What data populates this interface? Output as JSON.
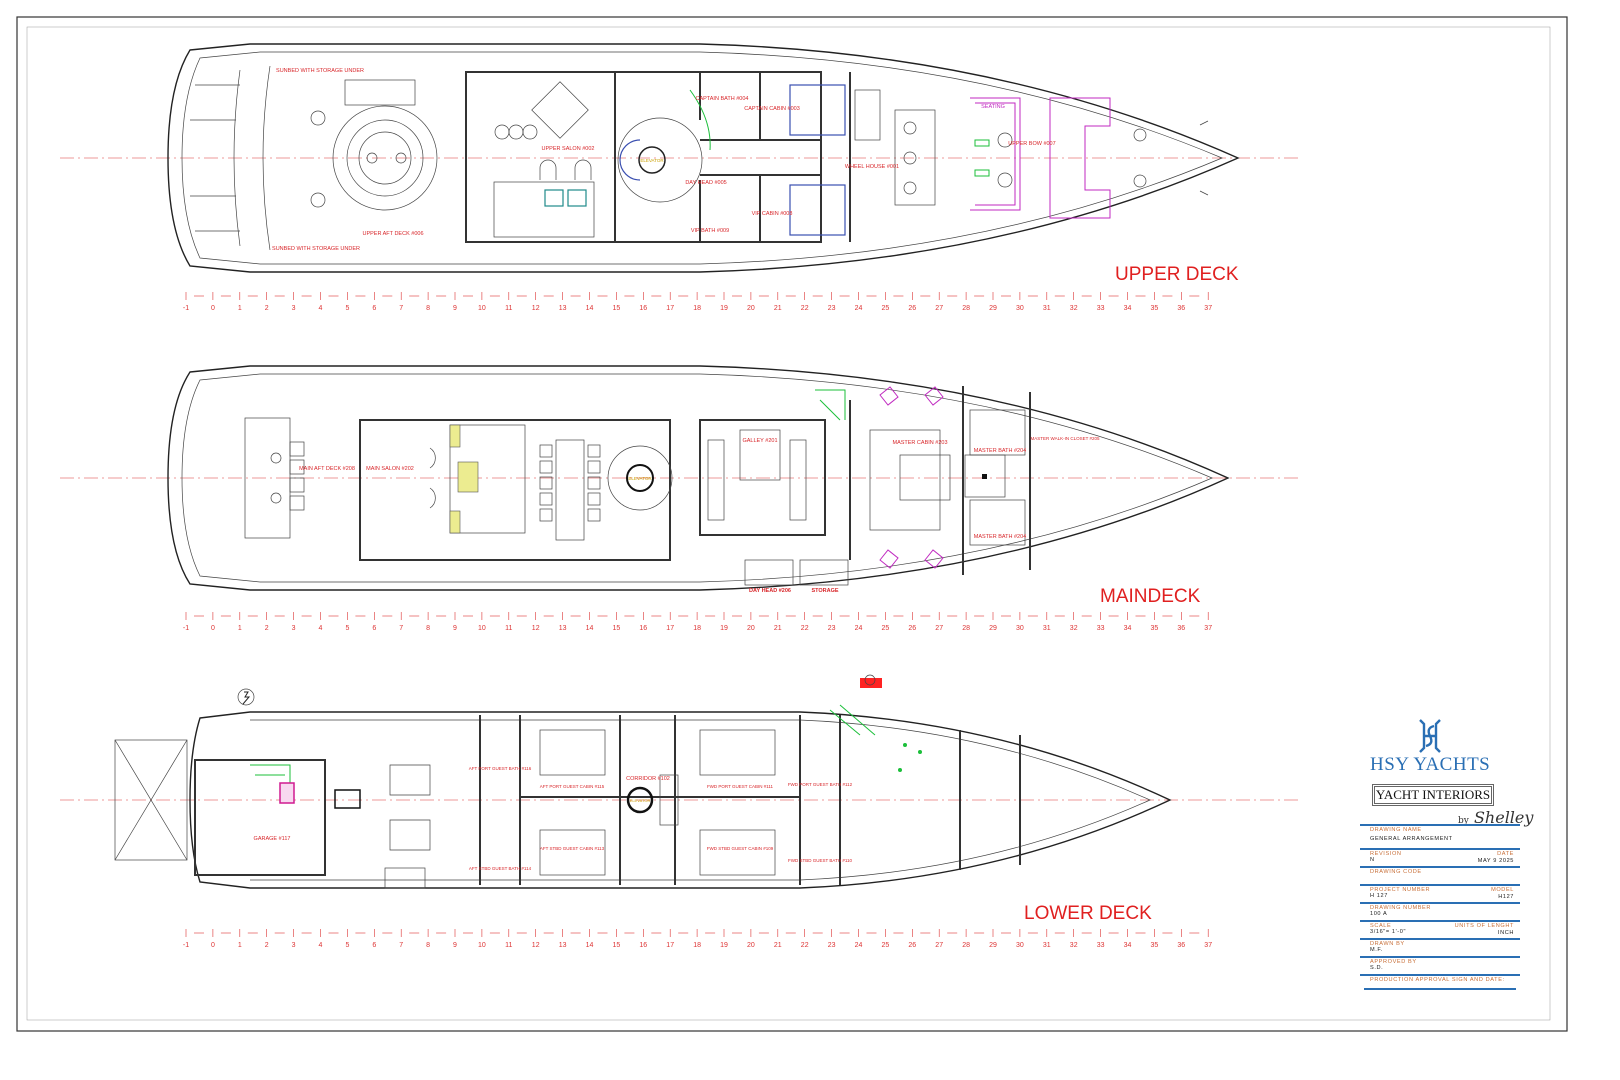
{
  "decks": {
    "upper": {
      "title": "UPPER DECK"
    },
    "main": {
      "title": "MAINDECK"
    },
    "lower": {
      "title": "LOWER DECK"
    }
  },
  "frames": [
    -1,
    0,
    1,
    2,
    3,
    4,
    5,
    6,
    7,
    8,
    9,
    10,
    11,
    12,
    13,
    14,
    15,
    16,
    17,
    18,
    19,
    20,
    21,
    22,
    23,
    24,
    25,
    26,
    27,
    28,
    29,
    30,
    31,
    32,
    33,
    34,
    35,
    36,
    37
  ],
  "upper_rooms": {
    "sunbed_port": "SUNBED WITH STORAGE UNDER",
    "sunbed_stbd": "SUNBED WITH STORAGE UNDER",
    "aft_deck": "UPPER AFT DECK #006",
    "salon": "UPPER SALON #002",
    "elevator": "ELEVATOR",
    "captain_bath": "CAPTAIN BATH #004",
    "captain_cabin": "CAPTAIN CABIN #003",
    "day_head": "DAY HEAD #005",
    "vip_bath": "VIP BATH #009",
    "vip_cabin": "VIP CABIN #008",
    "wheelhouse": "WHEEL HOUSE #001",
    "upper_bow": "UPPER BOW #007",
    "seating": "SEATING"
  },
  "main_rooms": {
    "aft_deck": "MAIN AFT DECK #208",
    "salon": "MAIN SALON #202",
    "elevator": "ELEVATOR",
    "galley": "GALLEY #201",
    "master_cabin": "MASTER CABIN #203",
    "master_bath_port": "MASTER BATH #204",
    "master_bath_stbd": "MASTER BATH #204",
    "walkin": "MASTER WALK-IN CLOSET #205",
    "day_head": "DAY HEAD #206",
    "storage": "STORAGE"
  },
  "lower_rooms": {
    "garage": "GARAGE #117",
    "aft_port_bath": "AFT PORT GUEST BATH #116",
    "aft_stbd_bath": "AFT STBD GUEST BATH #114",
    "aft_port_cabin": "AFT PORT GUEST CABIN #115",
    "aft_stbd_cabin": "AFT STBD GUEST CABIN #113",
    "corridor": "CORRIDOR #102",
    "elevator": "ELEVATOR",
    "fwd_port_cabin": "FWD PORT GUEST CABIN #111",
    "fwd_stbd_cabin": "FWD STBD GUEST CABIN #109",
    "fwd_port_bath": "FWD PORT GUEST BATH #112",
    "fwd_stbd_bath": "FWD STBD GUEST BATH #110"
  },
  "title_block": {
    "brand": "HSY YACHTS",
    "logo_monogram": "HS",
    "interiors": "YACHT INTERIORS",
    "by": "by",
    "designer": "Shelley",
    "drawing_name_label": "DRAWING NAME",
    "drawing_name": "GENERAL ARRANGEMENT",
    "revision_label": "REVISION",
    "revision": "N",
    "date_label": "DATE",
    "date": "MAY 9 2025",
    "drawing_code_label": "DRAWING CODE",
    "drawing_code": "",
    "project_number_label": "PROJECT NUMBER",
    "project_number": "H 127",
    "model_label": "MODEL",
    "model": "H127",
    "drawing_number_label": "DRAWING NUMBER",
    "drawing_number": "100 A",
    "scale_label": "SCALE",
    "scale": "3/16\"= 1'-0\"",
    "units_label": "UNITS OF LENGHT",
    "units": "INCH",
    "drawn_by_label": "DRAWN BY",
    "drawn_by": "M.F.",
    "approved_by_label": "APPROVED BY",
    "approved_by": "S.D.",
    "production_label": "PRODUCTION APPROVAL SIGN AND DATE:"
  },
  "colors": {
    "annotation": "#d8262a",
    "brand": "#2a6fb4",
    "line": "#222222"
  }
}
